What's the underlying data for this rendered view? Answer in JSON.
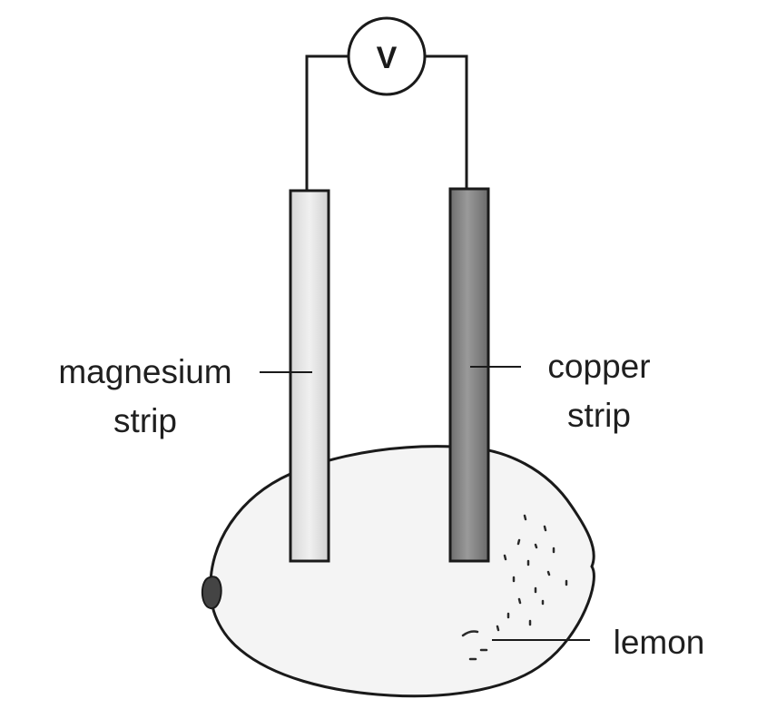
{
  "meter": {
    "symbol": "V"
  },
  "labels": {
    "magnesium_line1": "magnesium",
    "magnesium_line2": "strip",
    "copper_line1": "copper",
    "copper_line2": "strip",
    "lemon": "lemon"
  },
  "colors": {
    "ink": "#1a1a1a",
    "lemon_fill": "#f4f4f4",
    "magnesium_fill": "#e6e6e6",
    "copper_fill": "#8a8a8a"
  }
}
